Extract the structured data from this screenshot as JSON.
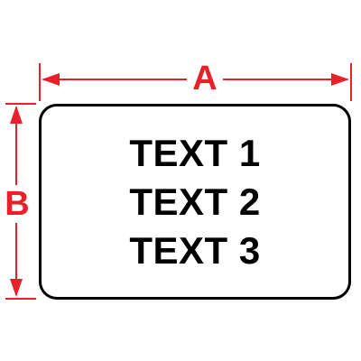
{
  "dimensions": {
    "width_label": "A",
    "height_label": "B"
  },
  "label": {
    "lines": [
      "TEXT 1",
      "TEXT 2",
      "TEXT 3"
    ]
  },
  "colors": {
    "dimension": "#e8202a",
    "outline": "#000000",
    "text": "#000000",
    "background": "#ffffff"
  }
}
